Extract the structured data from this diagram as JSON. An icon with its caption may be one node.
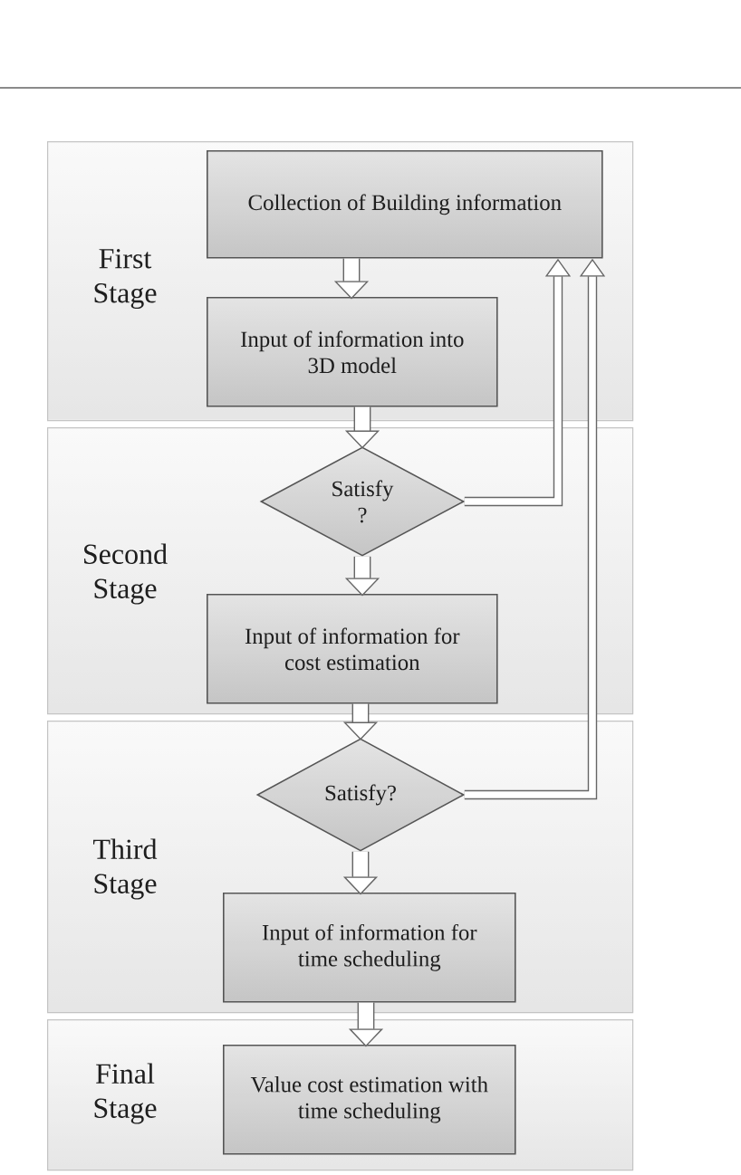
{
  "diagram": {
    "nodes": [
      {
        "text": [
          "First Stage"
        ]
      },
      {
        "text": [
          "Collection of Building information"
        ],
        "in": 0
      },
      {
        "text": [
          "Input of information into 3D model"
        ],
        "in": 0
      },
      {
        "text": [
          "Second Stage"
        ]
      },
      {
        "text": [
          "Satisfy ?"
        ],
        "in": 3
      },
      {
        "text": [
          "Input of information for cost estimation"
        ],
        "in": 3
      },
      {
        "text": [
          "Third Stage"
        ]
      },
      {
        "text": [
          "Satisfy?"
        ],
        "in": 6
      },
      {
        "text": [
          "Input of information for time scheduling"
        ],
        "in": 6
      },
      {
        "text": [
          "Final Stage"
        ]
      },
      {
        "text": [
          "Value cost estimation with time scheduling"
        ],
        "in": 9
      }
    ],
    "edges": [
      {
        "from": 1,
        "to": 2,
        "arrow": "to"
      },
      {
        "from": 2,
        "to": 4,
        "arrow": "to"
      },
      {
        "from": 4,
        "to": 1,
        "arrow": "to"
      },
      {
        "from": 4,
        "to": 5,
        "arrow": "to"
      },
      {
        "from": 5,
        "to": 7,
        "arrow": "to"
      },
      {
        "from": 7,
        "to": 1,
        "arrow": "to"
      },
      {
        "from": 7,
        "to": 8,
        "arrow": "to"
      },
      {
        "from": 8,
        "to": 10,
        "arrow": "to"
      }
    ]
  }
}
